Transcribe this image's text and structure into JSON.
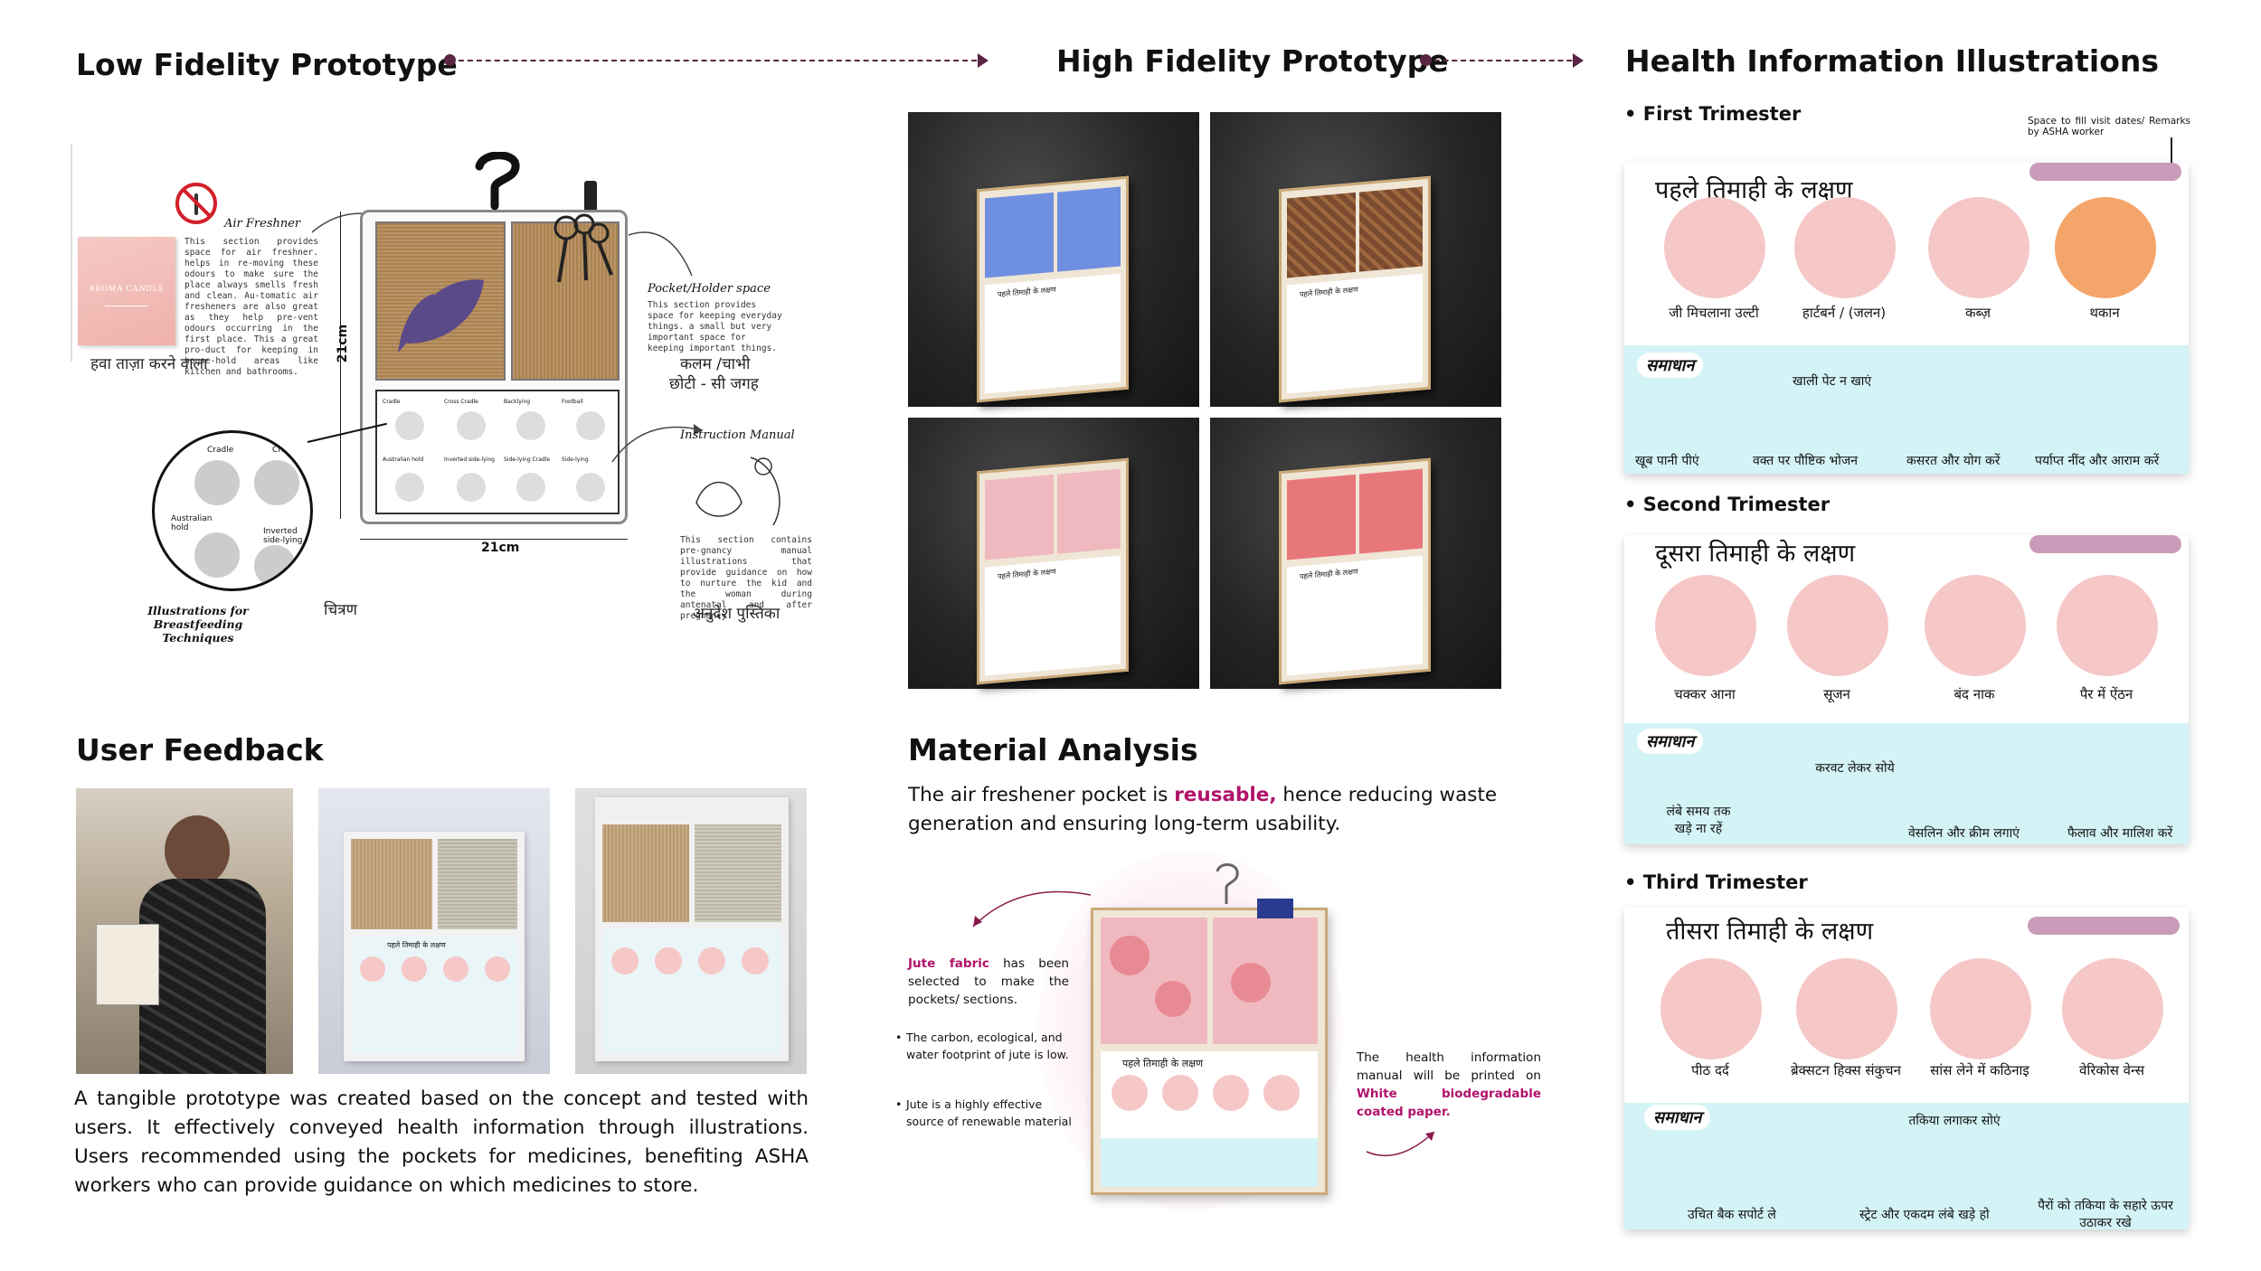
{
  "sections": {
    "low_fidelity": "Low Fidelity Prototype",
    "high_fidelity": "High Fidelity Prototype",
    "health_info": "Health Information Illustrations",
    "user_feedback": "User Feedback",
    "material_analysis": "Material Analysis"
  },
  "lowfi": {
    "air_freshner_title": "Air Freshner",
    "air_freshner_desc": "This section provides space for air freshner. helps in re-moving these odours to make sure the place always smells fresh and clean. Au-tomatic air fresheners are also great as they help pre-vent odours occurring in the first place. This a great pro-duct for keeping in house-hold areas like kitchen and bathrooms.",
    "aroma_candle": "AROMA CANDLE",
    "air_hindi": "हवा ताज़ा करने वाला",
    "pocket_title": "Pocket/Holder space",
    "pocket_desc": "This section provides space for keeping everyday things. a small but very important space for keeping important things.",
    "pocket_hindi_1": "कलम /चाभी",
    "pocket_hindi_2": "छोटी - सी जगह",
    "dim_vertical": "21cm",
    "dim_horizontal": "21cm",
    "manual_title": "Instruction Manual",
    "manual_desc": "This section contains pre-gnancy manual illustrations that provide guidance on how to nurture the kid and the woman during antenatal and after pregnancy",
    "manual_hindi": "अनुदेश पुस्तिका",
    "breastfeeding_label": "Illustrations for Breastfeeding Techniques",
    "chitran": "चित्रण",
    "zoom_labels": [
      "Cradle",
      "Cro",
      "Australian hold",
      "Inverted side-lying"
    ],
    "board_labels": [
      "Cradle",
      "Cross Cradle",
      "Backlying",
      "Football",
      "Australian hold",
      "Inverted side-lying",
      "Side-lying Cradle",
      "Side-lying"
    ]
  },
  "highfi": {
    "manual_title": "पहले तिमाही के लक्षण",
    "pocket_colors": [
      "#6f8fe0",
      "#7a4b2f",
      "#f0b9bf",
      "#e8777a"
    ]
  },
  "health": {
    "note": "Space to fill visit dates/ Remarks by ASHA worker",
    "samadhan": "समाधान",
    "trimesters": [
      {
        "heading": "First Trimester",
        "title": "पहले तिमाही के लक्षण",
        "symptoms": [
          "जी मिचलाना उल्टी",
          "हार्टबर्न / (जलन)",
          "कब्ज़",
          "थकान"
        ],
        "solutions": [
          "खूब पानी पीएं",
          "खाली पेट न खाएं",
          "वक्त पर पौष्टिक भोजन",
          "कसरत और योग करें",
          "पर्याप्त नींद और आराम करें"
        ]
      },
      {
        "heading": "Second Trimester",
        "title": "दूसरा तिमाही के लक्षण",
        "symptoms": [
          "चक्कर आना",
          "सूजन",
          "बंद नाक",
          "पैर में ऐंठन"
        ],
        "solutions": [
          "लंबे समय तक खड़े ना रहें",
          "करवट लेकर सोये",
          "वेसलिन और क्रीम लगाएं",
          "फैलाव और मालिश करें"
        ]
      },
      {
        "heading": "Third Trimester",
        "title": "तीसरा तिमाही के लक्षण",
        "symptoms": [
          "पीठ दर्द",
          "ब्रेक्सटन हिक्स संकुचन",
          "सांस लेने में कठिनाइ",
          "वेरिकोस वेन्स"
        ],
        "solutions": [
          "उचित बैक सपोर्ट ले",
          "स्ट्रेट और एकदम लंबे खड़े हो",
          "तकिया लगाकर सोएं",
          "पैरों को तकिया के सहारे ऊपर उठाकर रखे"
        ]
      }
    ]
  },
  "feedback": {
    "paragraph": "A tangible prototype was created based on the concept and tested with users. It effectively conveyed health information through illustrations. Users recommended using the pockets for medicines, benefiting ASHA workers who can provide guidance on which medicines to store.",
    "photo_manual_title": "पहले तिमाही के लक्षण"
  },
  "material": {
    "intro_pre": "The air freshener pocket is ",
    "intro_highlight": "reusable,",
    "intro_post": " hence reducing waste generation and ensuring long-term usability.",
    "jute_highlight": "Jute fabric",
    "jute_rest": " has been selected to make the pockets/ sections.",
    "bullet_1": "The carbon, ecological, and water footprint of jute is low.",
    "bullet_2": "Jute is a highly effective source of renewable material",
    "manual_pre": "The health information manual will be printed on ",
    "manual_highlight": "White biodegradable coated paper.",
    "board_title": "पहले तिमाही के लक्षण",
    "accent": "#b0126a"
  }
}
